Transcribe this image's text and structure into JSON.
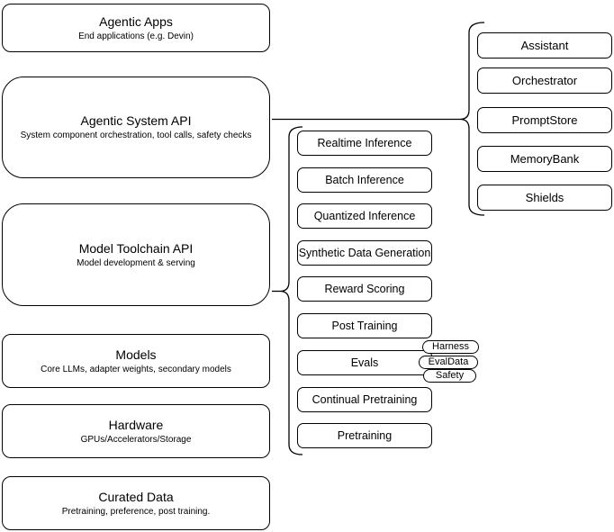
{
  "diagram": {
    "layers": [
      {
        "title": "Agentic Apps",
        "subtitle": "End applications (e.g. Devin)"
      },
      {
        "title": "Agentic System API",
        "subtitle": "System component orchestration, tool calls, safety checks"
      },
      {
        "title": "Model Toolchain API",
        "subtitle": "Model development & serving"
      },
      {
        "title": "Models",
        "subtitle": "Core LLMs, adapter weights, secondary models"
      },
      {
        "title": "Hardware",
        "subtitle": "GPUs/Accelerators/Storage"
      },
      {
        "title": "Curated Data",
        "subtitle": "Pretraining, preference, post training."
      }
    ],
    "toolchain_services": [
      "Realtime Inference",
      "Batch Inference",
      "Quantized Inference",
      "Synthetic Data Generation",
      "Reward Scoring",
      "Post Training",
      "Evals",
      "Continual Pretraining",
      "Pretraining"
    ],
    "eval_tags": [
      "Harness",
      "EvalData",
      "Safety"
    ],
    "system_components": [
      "Assistant",
      "Orchestrator",
      "PromptStore",
      "MemoryBank",
      "Shields"
    ],
    "colors": {
      "stroke": "#000000",
      "fill": "#ffffff",
      "text": "#000000",
      "background": "#ffffff"
    }
  }
}
